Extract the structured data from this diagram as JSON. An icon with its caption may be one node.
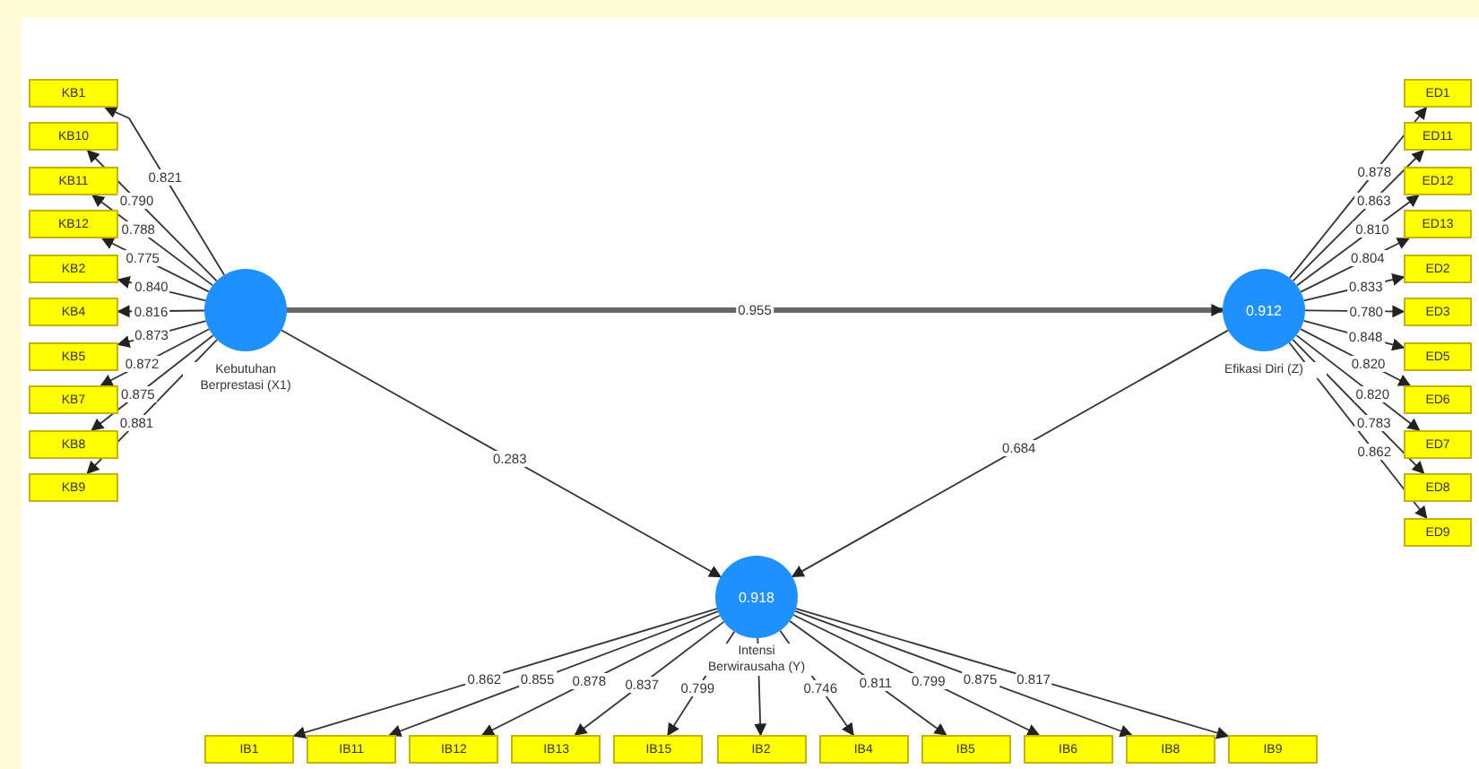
{
  "diagram": {
    "nodes": [
      {
        "text": [
          "Kebutuhan Berprestasi (X1)"
        ]
      },
      {
        "text": [
          "0.912",
          "Efikasi Diri (Z)"
        ]
      },
      {
        "text": [
          "0.918",
          "Intensi Berwirausaha (Y)"
        ]
      },
      {
        "text": [
          "KB1"
        ]
      },
      {
        "text": [
          "KB10"
        ]
      },
      {
        "text": [
          "KB11"
        ]
      },
      {
        "text": [
          "KB12"
        ]
      },
      {
        "text": [
          "KB2"
        ]
      },
      {
        "text": [
          "KB4"
        ]
      },
      {
        "text": [
          "KB5"
        ]
      },
      {
        "text": [
          "KB7"
        ]
      },
      {
        "text": [
          "KB8"
        ]
      },
      {
        "text": [
          "KB9"
        ]
      },
      {
        "text": [
          "ED1"
        ]
      },
      {
        "text": [
          "ED11"
        ]
      },
      {
        "text": [
          "ED12"
        ]
      },
      {
        "text": [
          "ED13"
        ]
      },
      {
        "text": [
          "ED2"
        ]
      },
      {
        "text": [
          "ED3"
        ]
      },
      {
        "text": [
          "ED5"
        ]
      },
      {
        "text": [
          "ED6"
        ]
      },
      {
        "text": [
          "ED7"
        ]
      },
      {
        "text": [
          "ED8"
        ]
      },
      {
        "text": [
          "ED9"
        ]
      },
      {
        "text": [
          "IB1"
        ]
      },
      {
        "text": [
          "IB11"
        ]
      },
      {
        "text": [
          "IB12"
        ]
      },
      {
        "text": [
          "IB13"
        ]
      },
      {
        "text": [
          "IB15"
        ]
      },
      {
        "text": [
          "IB2"
        ]
      },
      {
        "text": [
          "IB4"
        ]
      },
      {
        "text": [
          "IB5"
        ]
      },
      {
        "text": [
          "IB6"
        ]
      },
      {
        "text": [
          "IB8"
        ]
      },
      {
        "text": [
          "IB9"
        ]
      }
    ],
    "edges": [
      {
        "from": 0,
        "to": 1,
        "arrow": "to",
        "label": "0.955",
        "style": "thick"
      },
      {
        "from": 0,
        "to": 2,
        "arrow": "to",
        "label": "0.283"
      },
      {
        "from": 1,
        "to": 2,
        "arrow": "to",
        "label": "0.684"
      },
      {
        "from": 0,
        "to": 3,
        "arrow": "to",
        "label": "0.821"
      },
      {
        "from": 0,
        "to": 4,
        "arrow": "to",
        "label": "0.790"
      },
      {
        "from": 0,
        "to": 5,
        "arrow": "to",
        "label": "0.788"
      },
      {
        "from": 0,
        "to": 6,
        "arrow": "to",
        "label": "0.775"
      },
      {
        "from": 0,
        "to": 7,
        "arrow": "to",
        "label": "0.840"
      },
      {
        "from": 0,
        "to": 8,
        "arrow": "to",
        "label": "0.816"
      },
      {
        "from": 0,
        "to": 9,
        "arrow": "to",
        "label": "0.873"
      },
      {
        "from": 0,
        "to": 10,
        "arrow": "to",
        "label": "0.872"
      },
      {
        "from": 0,
        "to": 11,
        "arrow": "to",
        "label": "0.875"
      },
      {
        "from": 0,
        "to": 12,
        "arrow": "to",
        "label": "0.881"
      },
      {
        "from": 1,
        "to": 13,
        "arrow": "to",
        "label": "0.878"
      },
      {
        "from": 1,
        "to": 14,
        "arrow": "to",
        "label": "0.863"
      },
      {
        "from": 1,
        "to": 15,
        "arrow": "to",
        "label": "0.810"
      },
      {
        "from": 1,
        "to": 16,
        "arrow": "to",
        "label": "0.804"
      },
      {
        "from": 1,
        "to": 17,
        "arrow": "to",
        "label": "0.833"
      },
      {
        "from": 1,
        "to": 18,
        "arrow": "to",
        "label": "0.780"
      },
      {
        "from": 1,
        "to": 19,
        "arrow": "to",
        "label": "0.848"
      },
      {
        "from": 1,
        "to": 20,
        "arrow": "to",
        "label": "0.820"
      },
      {
        "from": 1,
        "to": 21,
        "arrow": "to",
        "label": "0.820"
      },
      {
        "from": 1,
        "to": 22,
        "arrow": "to",
        "label": "0.783"
      },
      {
        "from": 1,
        "to": 23,
        "arrow": "to",
        "label": "0.862"
      },
      {
        "from": 2,
        "to": 24,
        "arrow": "to",
        "label": "0.862"
      },
      {
        "from": 2,
        "to": 25,
        "arrow": "to",
        "label": "0.855"
      },
      {
        "from": 2,
        "to": 26,
        "arrow": "to",
        "label": "0.878"
      },
      {
        "from": 2,
        "to": 27,
        "arrow": "to",
        "label": "0.837"
      },
      {
        "from": 2,
        "to": 28,
        "arrow": "to",
        "label": "0.799"
      },
      {
        "from": 2,
        "to": 29,
        "arrow": "to"
      },
      {
        "from": 2,
        "to": 30,
        "arrow": "to",
        "label": "0.746"
      },
      {
        "from": 2,
        "to": 31,
        "arrow": "to",
        "label": "0.811"
      },
      {
        "from": 2,
        "to": 32,
        "arrow": "to",
        "label": "0.799"
      },
      {
        "from": 2,
        "to": 33,
        "arrow": "to",
        "label": "0.875"
      },
      {
        "from": 2,
        "to": 34,
        "arrow": "to",
        "label": "0.817"
      }
    ]
  }
}
